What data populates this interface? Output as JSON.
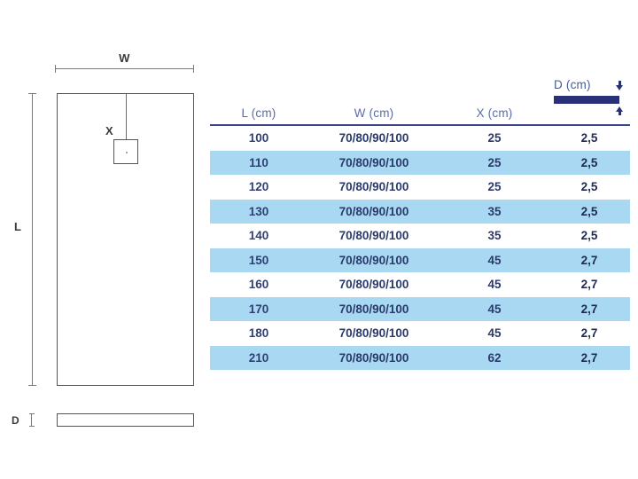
{
  "diagram": {
    "name": "shower-tray-dimension-drawing",
    "width_label": "W",
    "length_label": "L",
    "drain_offset_label": "X",
    "depth_label": "D"
  },
  "table": {
    "columns": [
      {
        "key": "L",
        "label": "L (cm)"
      },
      {
        "key": "W",
        "label": "W (cm)"
      },
      {
        "key": "X",
        "label": "X (cm)"
      },
      {
        "key": "D",
        "label": "D (cm)"
      }
    ],
    "depth_header": {
      "label": "D (cm)",
      "icon_top": "arrow-down-icon",
      "icon_bar": "thickness-bar-icon",
      "icon_bottom": "arrow-up-icon"
    },
    "rows": [
      {
        "L": "100",
        "W": "70/80/90/100",
        "X": "25",
        "D": "2,5"
      },
      {
        "L": "110",
        "W": "70/80/90/100",
        "X": "25",
        "D": "2,5"
      },
      {
        "L": "120",
        "W": "70/80/90/100",
        "X": "25",
        "D": "2,5"
      },
      {
        "L": "130",
        "W": "70/80/90/100",
        "X": "35",
        "D": "2,5"
      },
      {
        "L": "140",
        "W": "70/80/90/100",
        "X": "35",
        "D": "2,5"
      },
      {
        "L": "150",
        "W": "70/80/90/100",
        "X": "45",
        "D": "2,7"
      },
      {
        "L": "160",
        "W": "70/80/90/100",
        "X": "45",
        "D": "2,7"
      },
      {
        "L": "170",
        "W": "70/80/90/100",
        "X": "45",
        "D": "2,7"
      },
      {
        "L": "180",
        "W": "70/80/90/100",
        "X": "45",
        "D": "2,7"
      },
      {
        "L": "210",
        "W": "70/80/90/100",
        "X": "62",
        "D": "2,7"
      }
    ]
  },
  "colors": {
    "header_text": "#5a6ba6",
    "rule": "#3b4788",
    "row_stripe": "#a9d9f2",
    "cell_text": "#2b3a6b",
    "badge_navy": "#2a3077",
    "line_gray": "#545454"
  }
}
